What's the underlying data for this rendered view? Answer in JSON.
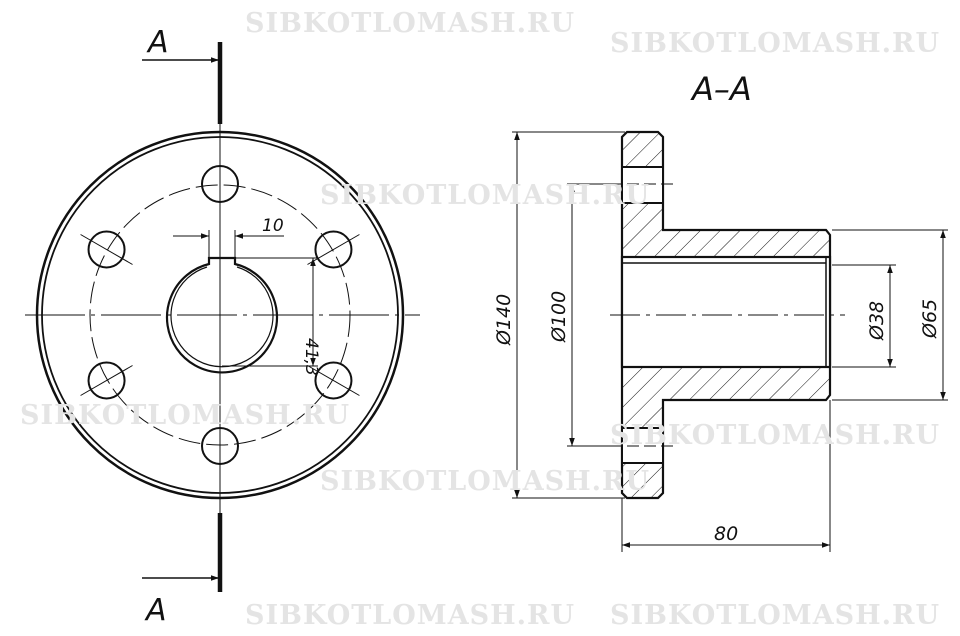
{
  "watermark": "SIBKOTLOMASH.RU",
  "front_view": {
    "section_mark_top": "A",
    "section_mark_bottom": "A",
    "dim_keyway_width": "10",
    "dim_keyway_depth": "41,3"
  },
  "section_view": {
    "title": "A–A",
    "dim_flange_diameter": "Ø140",
    "dim_bolt_circle": "Ø100",
    "dim_bore": "Ø38",
    "dim_hub": "Ø65",
    "dim_length": "80"
  }
}
